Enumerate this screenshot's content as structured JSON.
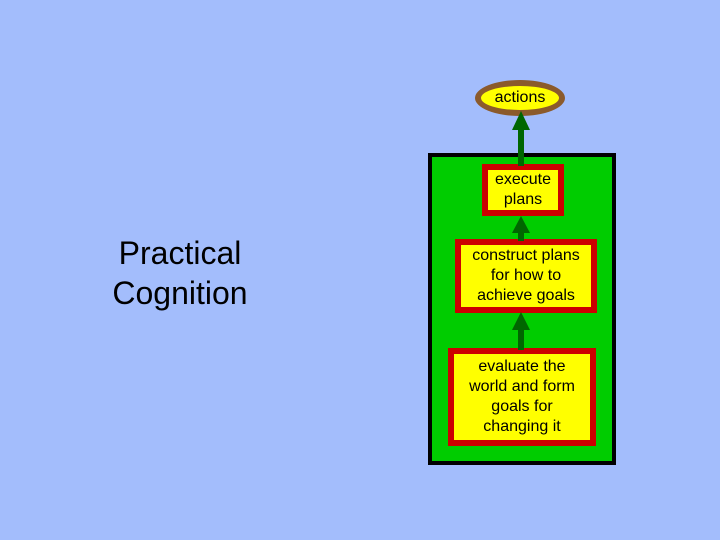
{
  "title": {
    "lines": [
      "Practical",
      "Cognition"
    ]
  },
  "diagram": {
    "output": "actions",
    "steps": [
      {
        "id": "execute",
        "lines": [
          "execute",
          "plans"
        ]
      },
      {
        "id": "construct",
        "lines": [
          "construct plans",
          "for how to",
          "achieve goals"
        ]
      },
      {
        "id": "evaluate",
        "lines": [
          "evaluate the",
          "world and form",
          "goals for",
          "changing it"
        ]
      }
    ]
  },
  "colors": {
    "background": "#a3bdfc",
    "panel": "#00cc00",
    "box_fill": "#ffff00",
    "box_border": "#cc0000",
    "oval_border": "#8b5a2b",
    "arrow": "#006600"
  }
}
